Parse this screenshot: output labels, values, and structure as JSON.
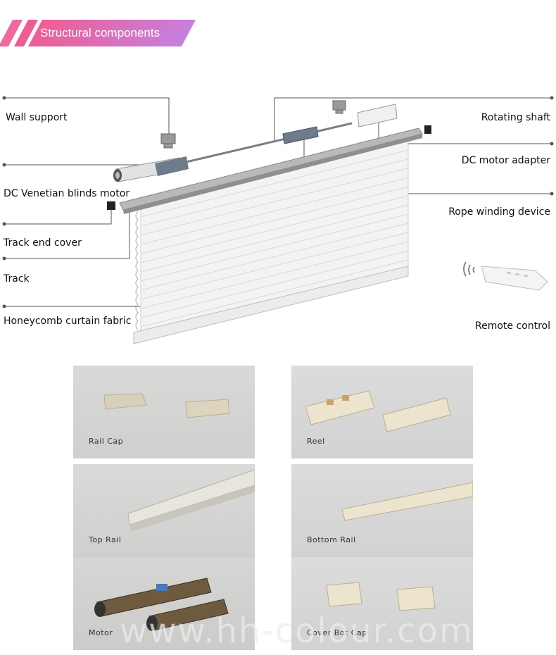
{
  "header": {
    "title": "Structural components"
  },
  "labels": {
    "wall_support": "Wall support",
    "rotating_shaft": "Rotating shaft",
    "dc_motor_adapter": "DC motor adapter",
    "dc_venetian_motor": "DC Venetian blinds motor",
    "rope_winding_device": "Rope winding device",
    "track_end_cover": "Track end cover",
    "track": "Track",
    "honeycomb_fabric": "Honeycomb curtain fabric",
    "remote_control": "Remote control"
  },
  "products": [
    {
      "caption": "Rail Cap"
    },
    {
      "caption": "Reel"
    },
    {
      "caption": "Top Rail"
    },
    {
      "caption": "Bottom Rail"
    },
    {
      "caption": "Motor"
    },
    {
      "caption": "Cover Bot Cap"
    }
  ],
  "watermark": "www.hh-colour.com"
}
